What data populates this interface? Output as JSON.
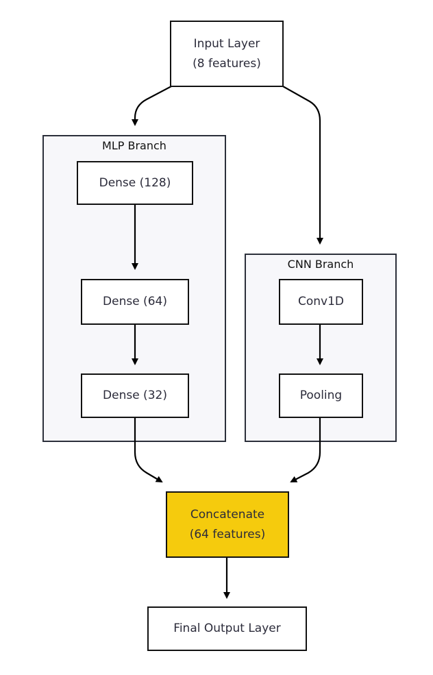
{
  "diagram": {
    "groups": {
      "mlp": {
        "label": "MLP Branch"
      },
      "cnn": {
        "label": "CNN Branch"
      }
    },
    "nodes": {
      "input": {
        "label": "Input Layer\n(8 features)"
      },
      "dense128": {
        "label": "Dense (128)"
      },
      "dense64": {
        "label": "Dense (64)"
      },
      "dense32": {
        "label": "Dense (32)"
      },
      "conv1d": {
        "label": "Conv1D"
      },
      "pooling": {
        "label": "Pooling"
      },
      "concat": {
        "label": "Concatenate\n(64 features)"
      },
      "output": {
        "label": "Final Output Layer"
      }
    },
    "edges": [
      {
        "from": "input",
        "to": "mlp"
      },
      {
        "from": "input",
        "to": "cnn"
      },
      {
        "from": "dense128",
        "to": "dense64"
      },
      {
        "from": "dense64",
        "to": "dense32"
      },
      {
        "from": "conv1d",
        "to": "pooling"
      },
      {
        "from": "dense32",
        "to": "concat"
      },
      {
        "from": "pooling",
        "to": "concat"
      },
      {
        "from": "concat",
        "to": "output"
      }
    ],
    "colors": {
      "highlight_fill": "#f5cb0d",
      "group_fill": "#f7f7fa",
      "stroke": "#111111"
    }
  }
}
